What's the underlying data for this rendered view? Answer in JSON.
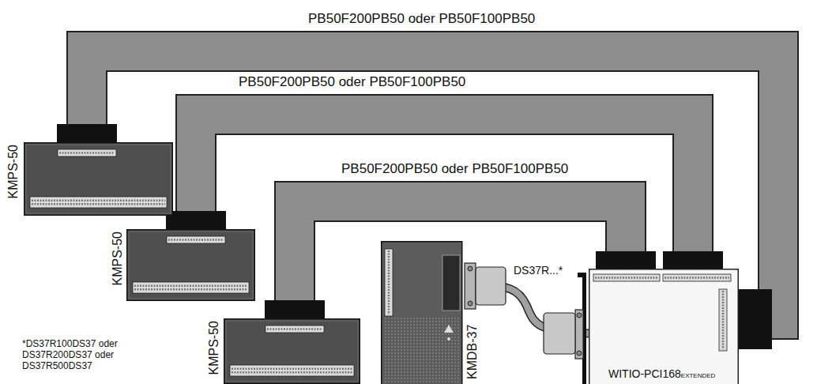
{
  "diagram": {
    "nodes": [
      {
        "text": [
          "KMPS-50"
        ]
      },
      {
        "text": [
          "KMPS-50"
        ]
      },
      {
        "text": [
          "KMPS-50"
        ]
      },
      {
        "text": [
          "KMDB-37"
        ]
      },
      {
        "text": [
          "WITIO-PCI168",
          "EXTENDED"
        ]
      }
    ],
    "edges": [
      {
        "from": 0,
        "to": 4,
        "arrow": "none",
        "label": "PB50F200PB50 oder PB50F100PB50"
      },
      {
        "from": 1,
        "to": 4,
        "arrow": "none",
        "label": "PB50F200PB50 oder PB50F100PB50"
      },
      {
        "from": 2,
        "to": 4,
        "arrow": "none",
        "label": "PB50F200PB50 oder PB50F100PB50"
      },
      {
        "from": 3,
        "to": 4,
        "arrow": "none",
        "label": "DS37R...*"
      }
    ],
    "labels": [
      "*DS37R100DS37 oder DS37R200DS37 oder DS37R500DS37"
    ]
  }
}
